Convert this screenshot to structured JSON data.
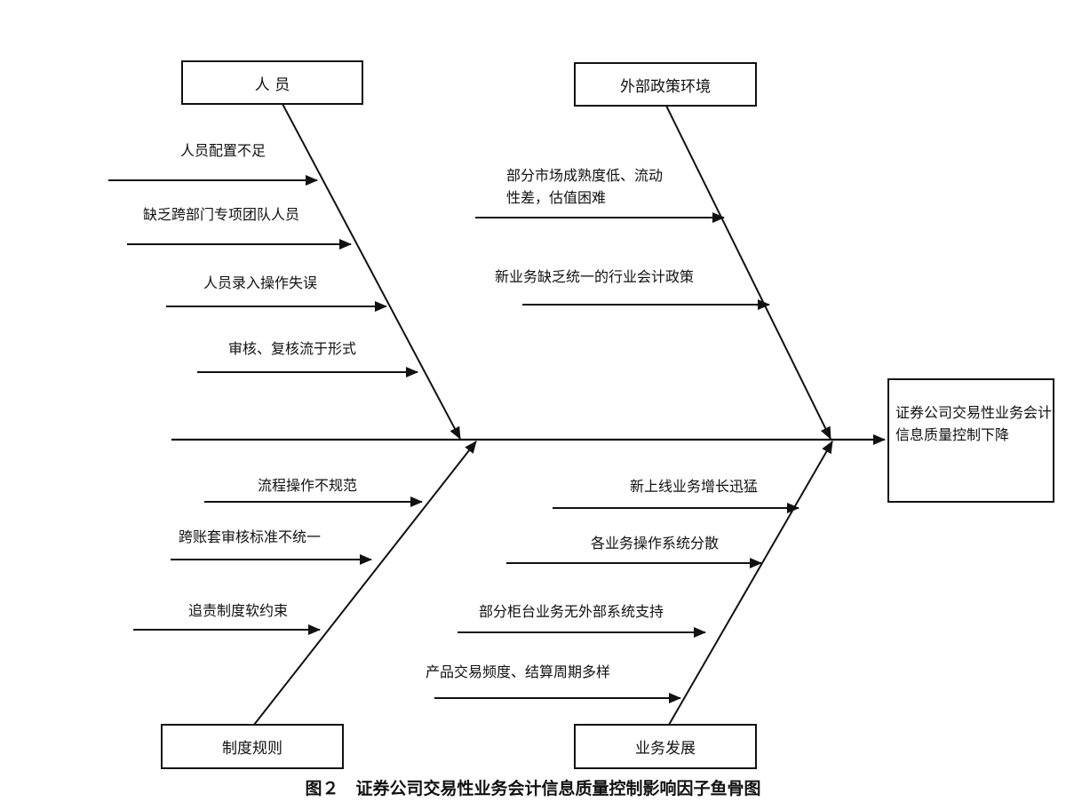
{
  "caption": "图２　证券公司交易性业务会计信息质量控制影响因子鱼骨图",
  "effect": "证券公司交易性业务会计信息质量控制下降",
  "categories": {
    "personnel": {
      "label": "人 员",
      "causes": [
        "人员配置不足",
        "缺乏跨部门专项团队人员",
        "人员录入操作失误",
        "审核、复核流于形式"
      ]
    },
    "external_policy": {
      "label": "外部政策环境",
      "causes": [
        "部分市场成熟度低、流动性差，估值困难",
        "新业务缺乏统一的行业会计政策"
      ]
    },
    "rules": {
      "label": "制度规则",
      "causes": [
        "流程操作不规范",
        "跨账套审核标准不统一",
        "追责制度软约束"
      ]
    },
    "business_development": {
      "label": "业务发展",
      "causes": [
        "新上线业务增长迅猛",
        "各业务操作系统分散",
        "部分柜台业务无外部系统支持",
        "产品交易频度、结算周期多样"
      ]
    }
  },
  "cause_text_lines": {
    "external_policy_0_line1": "部分市场成熟度低、流动",
    "external_policy_0_line2": "性差，估值困难"
  }
}
